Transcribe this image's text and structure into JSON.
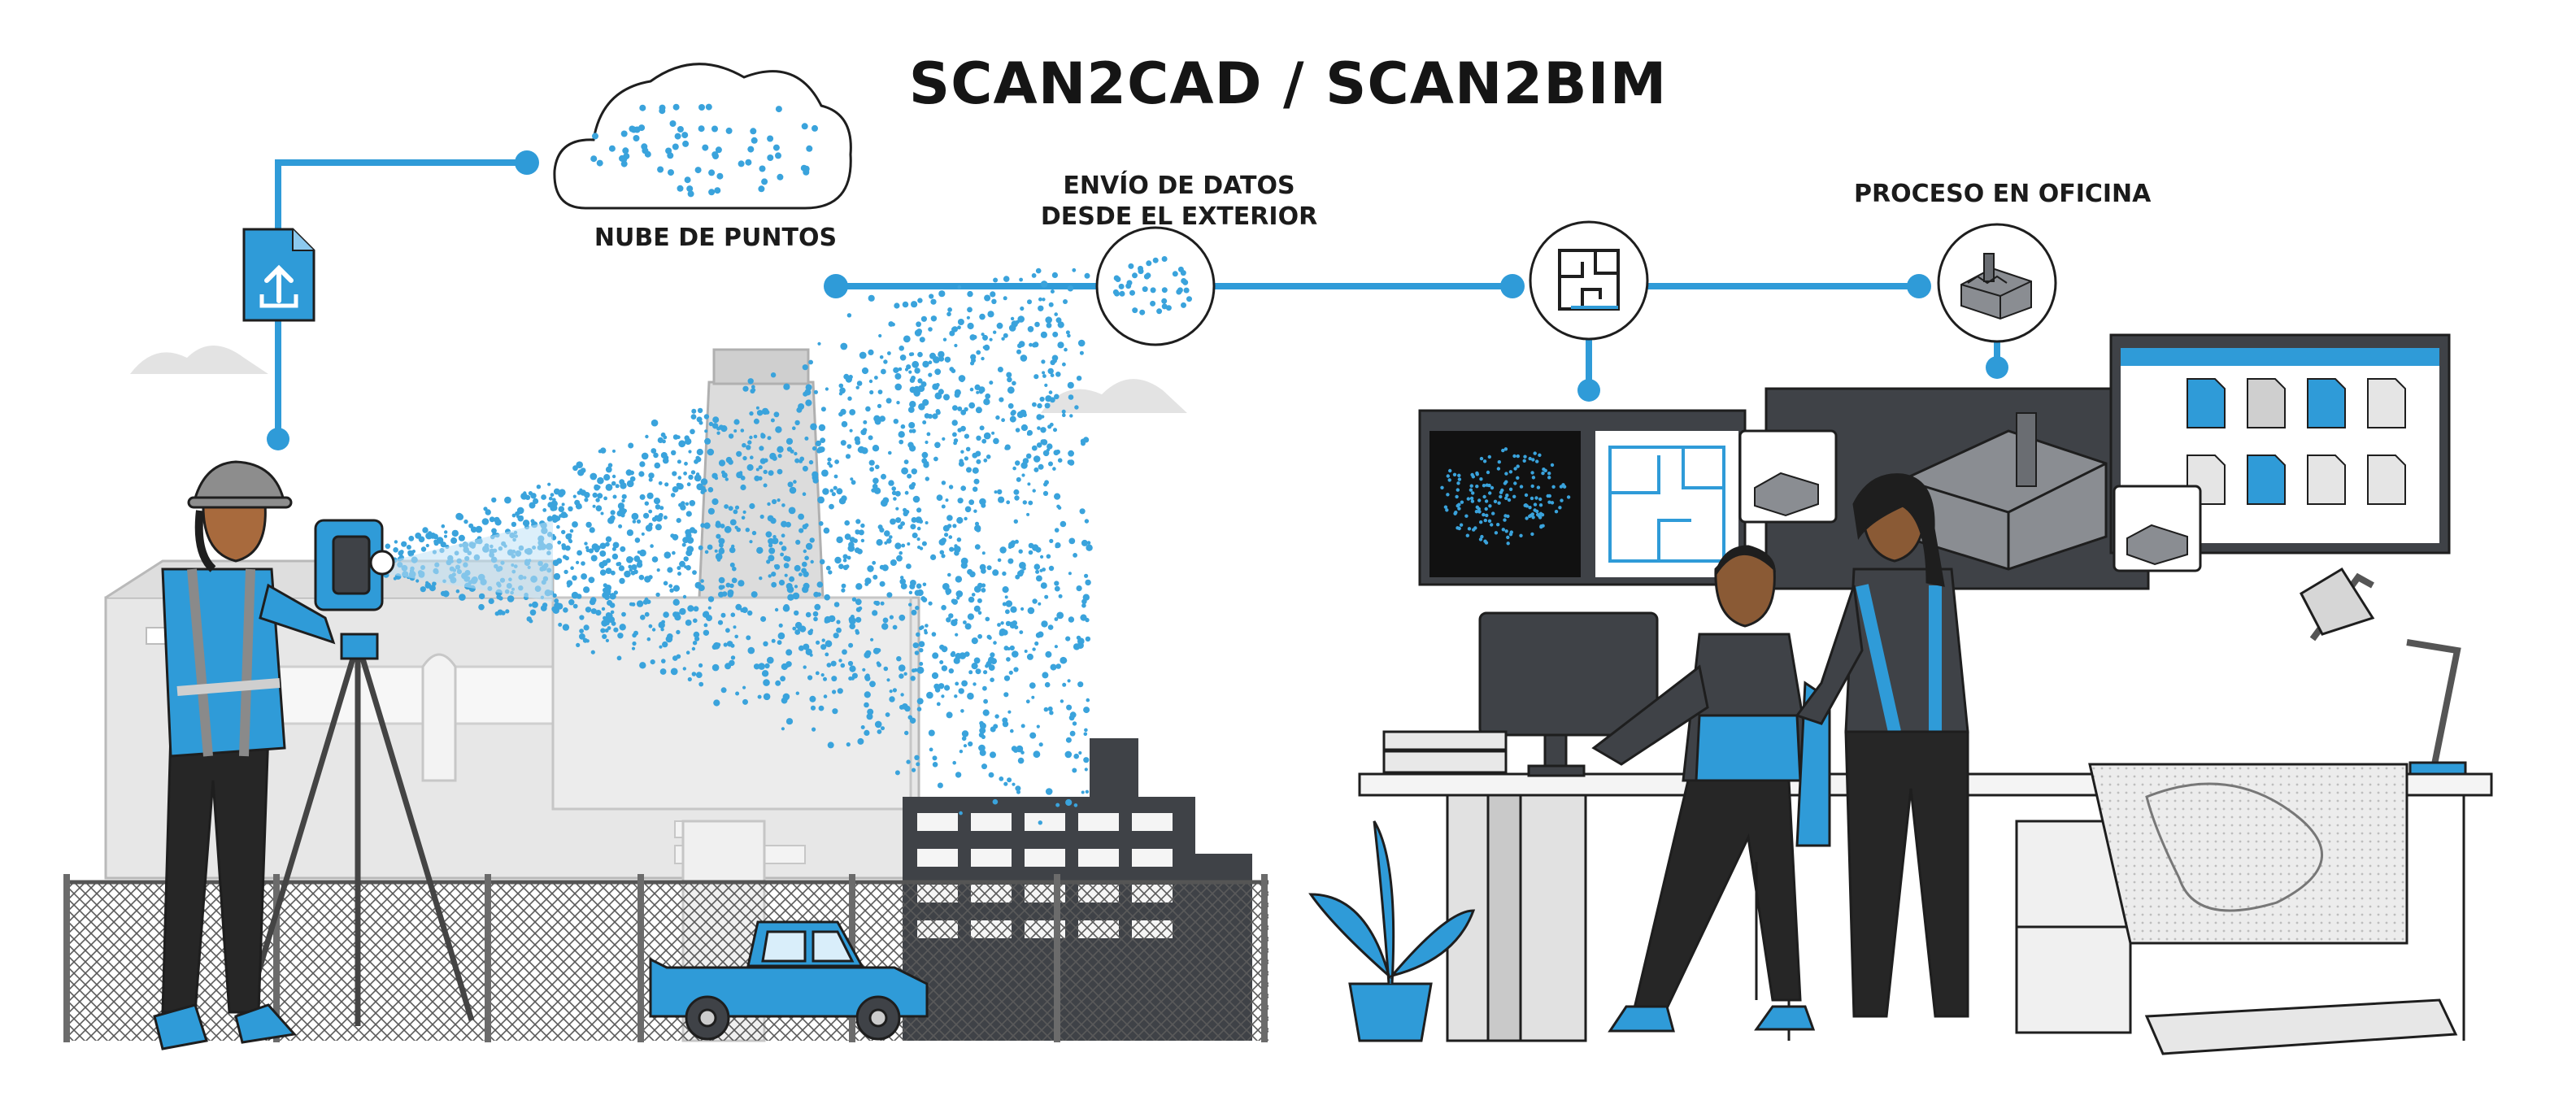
{
  "title": "SCAN2CAD / SCAN2BIM",
  "labels": {
    "point_cloud": "NUBE DE PUNTOS",
    "data_send_line1": "ENVÍO DE DATOS",
    "data_send_line2": "DESDE EL EXTERIOR",
    "office_process": "PROCESO EN OFICINA"
  },
  "colors": {
    "accent": "#2f9bd8",
    "point": "#3aa3dc",
    "dark": "#3a3d42",
    "ink": "#1e1e1e",
    "building": "#e6e6e6",
    "fence": "#555555"
  },
  "icons": {
    "upload": "upload-file-icon",
    "cloud": "point-cloud-icon",
    "transfer": "data-points-icon",
    "plan": "floor-plan-icon",
    "factory": "factory-model-icon",
    "lamp": "desk-lamp-icon"
  }
}
